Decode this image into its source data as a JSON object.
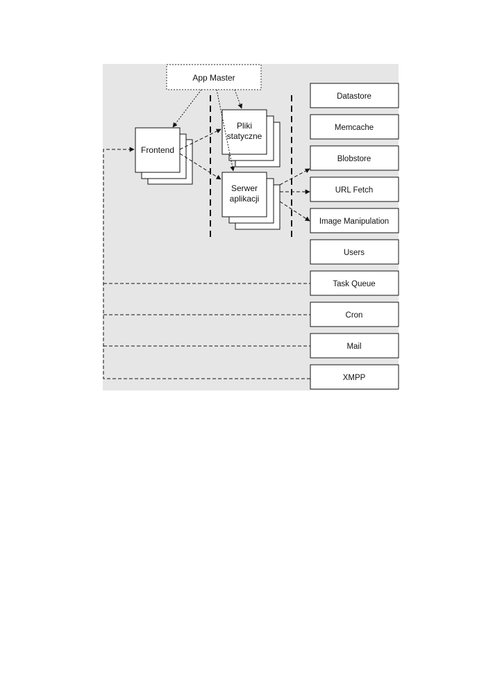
{
  "diagram": {
    "app_master": "App Master",
    "frontend": "Frontend",
    "static_files": [
      "Pliki",
      "statyczne"
    ],
    "app_server": [
      "Serwer",
      "aplikacji"
    ],
    "services": [
      "Datastore",
      "Memcache",
      "Blobstore",
      "URL Fetch",
      "Image Manipulation",
      "Users",
      "Task Queue",
      "Cron",
      "Mail",
      "XMPP"
    ]
  }
}
